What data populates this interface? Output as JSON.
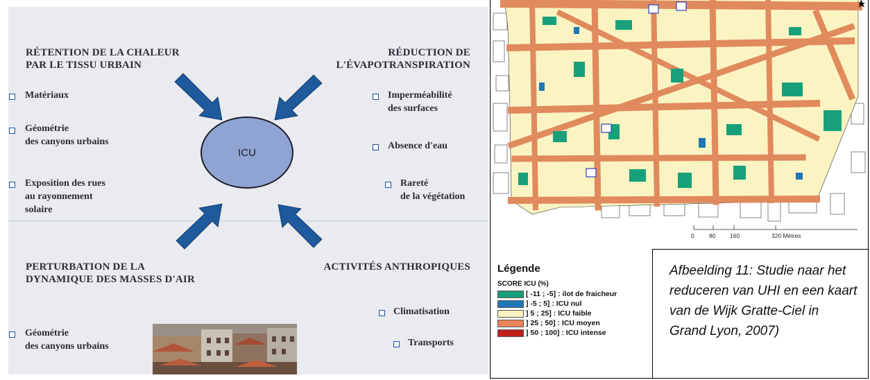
{
  "diagram": {
    "center_label": "ICU",
    "top_left": {
      "header": [
        "RÉTENTION DE LA CHALEUR",
        "PAR LE TISSU URBAIN"
      ],
      "items": [
        [
          "Matériaux"
        ],
        [
          "Géométrie",
          "des canyons urbains"
        ],
        [
          "Exposition des rues",
          "au rayonnement",
          "solaire"
        ]
      ]
    },
    "top_right": {
      "header": [
        "RÉDUCTION DE",
        "L'ÉVAPOTRANSPIRATION"
      ],
      "items": [
        [
          "Imperméabilité",
          "des surfaces"
        ],
        [
          "Absence d'eau"
        ],
        [
          "Rareté",
          "de la végétation"
        ]
      ]
    },
    "bottom_left": {
      "header": [
        "PERTURBATION DE LA",
        "DYNAMIQUE DES MASSES D'AIR"
      ],
      "items": [
        [
          "Géométrie",
          "des canyons urbains"
        ]
      ]
    },
    "bottom_right": {
      "header": [
        "ACTIVITÉS ANTHROPIQUES"
      ],
      "items": [
        [
          "Climatisation"
        ],
        [
          "Transports"
        ]
      ]
    },
    "arrow_color": "#1e5a9c"
  },
  "map": {
    "legend_title": "Légende",
    "legend_subtitle": "SCORE ICU (%)",
    "legend_items": [
      {
        "label": "[ -11 ; -5] : ilot de fraicheur",
        "color": "#18a07a"
      },
      {
        "label": "] -5 ; 5] : ICU nul",
        "color": "#1f78b4"
      },
      {
        "label": "] 5 ; 25] : ICU faible",
        "color": "#fbf3c2"
      },
      {
        "label": "] 25 ; 50] : ICU moyen",
        "color": "#e8855a"
      },
      {
        "label": "] 50 ; 100] : ICU intense",
        "color": "#c0201c"
      }
    ],
    "scale": {
      "ticks": [
        "0",
        "80",
        "160",
        "320 Mètres"
      ]
    }
  },
  "caption": {
    "lines": [
      "Afbeelding 11: Studie naar het",
      "reduceren van UHI en een kaart",
      "van de Wijk Gratte-Ciel in",
      "Grand Lyon, 2007)"
    ]
  }
}
